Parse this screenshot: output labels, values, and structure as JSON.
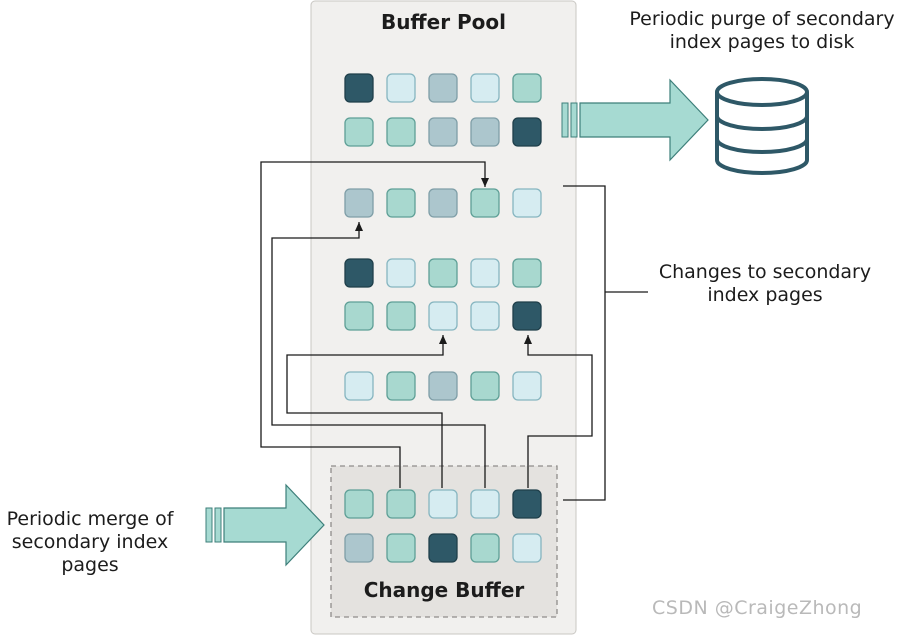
{
  "title": "Buffer Pool",
  "change_buffer_label": "Change Buffer",
  "labels": {
    "purge": [
      "Periodic purge of secondary",
      "index pages to disk"
    ],
    "changes": [
      "Changes to secondary",
      "index pages"
    ],
    "merge": [
      "Periodic merge of",
      "secondary index",
      "pages"
    ]
  },
  "watermark": "CSDN @CraigeZhong",
  "colors": {
    "dark": "#2e5867",
    "teal": "#a8d8cf",
    "grayblue": "#acc6cd",
    "light": "#d6ecf1",
    "arrow": "#a6dad2",
    "pool_bg": "#f1f0ee",
    "change_bg": "#e4e2df"
  },
  "icons": {
    "disk": "database-icon"
  },
  "buffer_pool_pages": [
    [
      "dark",
      "light",
      "grayblue",
      "light",
      "teal"
    ],
    [
      "teal",
      "teal",
      "grayblue",
      "grayblue",
      "dark"
    ],
    [
      "grayblue",
      "teal",
      "grayblue",
      "teal",
      "light"
    ],
    [
      "dark",
      "light",
      "teal",
      "light",
      "teal"
    ],
    [
      "teal",
      "teal",
      "light",
      "light",
      "dark"
    ],
    [
      "light",
      "teal",
      "grayblue",
      "teal",
      "light"
    ]
  ],
  "change_buffer_pages": [
    [
      "teal",
      "teal",
      "light",
      "light",
      "dark"
    ],
    [
      "grayblue",
      "teal",
      "dark",
      "teal",
      "light"
    ]
  ]
}
